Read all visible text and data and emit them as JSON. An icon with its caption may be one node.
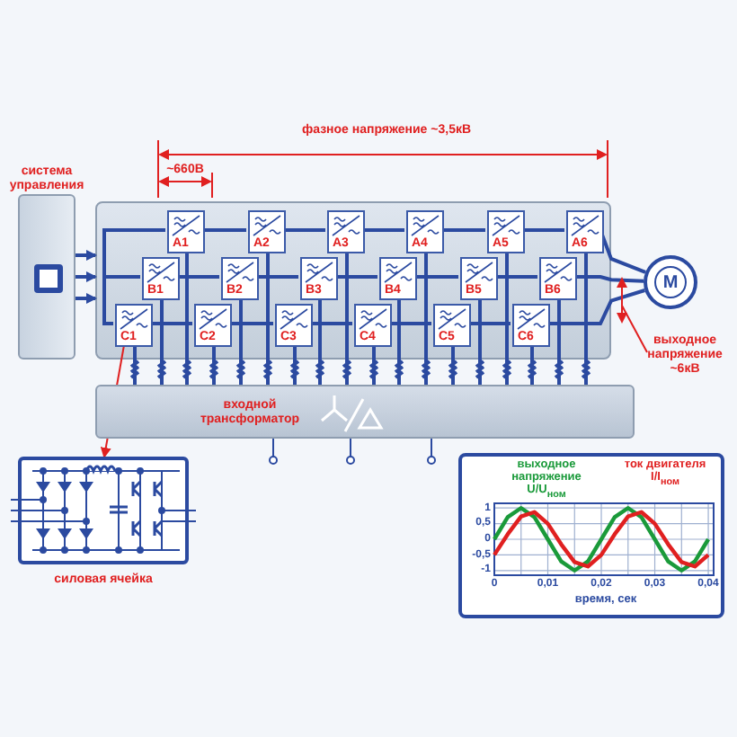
{
  "diagram": {
    "nodes": [
      {
        "text": [
          "система управления"
        ]
      },
      {
        "text": [],
        "shape": "box"
      },
      {
        "text": [
          "A1"
        ],
        "in": 1
      },
      {
        "text": [
          "A2"
        ],
        "in": 1
      },
      {
        "text": [
          "A3"
        ],
        "in": 1
      },
      {
        "text": [
          "A4"
        ],
        "in": 1
      },
      {
        "text": [
          "A5"
        ],
        "in": 1
      },
      {
        "text": [
          "A6"
        ],
        "in": 1
      },
      {
        "text": [
          "B1"
        ],
        "in": 1
      },
      {
        "text": [
          "B2"
        ],
        "in": 1
      },
      {
        "text": [
          "B3"
        ],
        "in": 1
      },
      {
        "text": [
          "B4"
        ],
        "in": 1
      },
      {
        "text": [
          "B5"
        ],
        "in": 1
      },
      {
        "text": [
          "B6"
        ],
        "in": 1
      },
      {
        "text": [
          "C1"
        ],
        "in": 1
      },
      {
        "text": [
          "C2"
        ],
        "in": 1
      },
      {
        "text": [
          "C3"
        ],
        "in": 1
      },
      {
        "text": [
          "C4"
        ],
        "in": 1
      },
      {
        "text": [
          "C5"
        ],
        "in": 1
      },
      {
        "text": [
          "C6"
        ],
        "in": 1
      },
      {
        "text": [
          "M"
        ]
      },
      {
        "text": [
          "входной трансформатор"
        ]
      },
      {
        "text": [
          "силовая ячейка"
        ]
      }
    ],
    "edges": [
      {
        "from": 0,
        "to": 1,
        "arrow": "to"
      },
      {
        "from": 0,
        "to": 1,
        "arrow": "to"
      },
      {
        "from": 0,
        "to": 1,
        "arrow": "to"
      },
      {
        "from": 2,
        "to": 3,
        "arrow": "none"
      },
      {
        "from": 3,
        "to": 4,
        "arrow": "none"
      },
      {
        "from": 4,
        "to": 5,
        "arrow": "none"
      },
      {
        "from": 5,
        "to": 6,
        "arrow": "none"
      },
      {
        "from": 6,
        "to": 7,
        "arrow": "none"
      },
      {
        "from": 7,
        "to": 20,
        "arrow": "none"
      },
      {
        "from": 8,
        "to": 9,
        "arrow": "none"
      },
      {
        "from": 9,
        "to": 10,
        "arrow": "none"
      },
      {
        "from": 10,
        "to": 11,
        "arrow": "none"
      },
      {
        "from": 11,
        "to": 12,
        "arrow": "none"
      },
      {
        "from": 12,
        "to": 13,
        "arrow": "none"
      },
      {
        "from": 13,
        "to": 20,
        "arrow": "none"
      },
      {
        "from": 14,
        "to": 15,
        "arrow": "none"
      },
      {
        "from": 15,
        "to": 16,
        "arrow": "none"
      },
      {
        "from": 16,
        "to": 17,
        "arrow": "none"
      },
      {
        "from": 17,
        "to": 18,
        "arrow": "none"
      },
      {
        "from": 18,
        "to": 19,
        "arrow": "none"
      },
      {
        "from": 19,
        "to": 20,
        "arrow": "none"
      },
      {
        "from": 2,
        "to": 8,
        "arrow": "none"
      },
      {
        "from": 8,
        "to": 14,
        "arrow": "none"
      },
      {
        "from": 2,
        "to": 21,
        "arrow": "none"
      },
      {
        "from": 3,
        "to": 21,
        "arrow": "none"
      },
      {
        "from": 4,
        "to": 21,
        "arrow": "none"
      },
      {
        "from": 5,
        "to": 21,
        "arrow": "none"
      },
      {
        "from": 6,
        "to": 21,
        "arrow": "none"
      },
      {
        "from": 7,
        "to": 21,
        "arrow": "none"
      },
      {
        "from": 8,
        "to": 21,
        "arrow": "none"
      },
      {
        "from": 9,
        "to": 21,
        "arrow": "none"
      },
      {
        "from": 10,
        "to": 21,
        "arrow": "none"
      },
      {
        "from": 11,
        "to": 21,
        "arrow": "none"
      },
      {
        "from": 12,
        "to": 21,
        "arrow": "none"
      },
      {
        "from": 13,
        "to": 21,
        "arrow": "none"
      },
      {
        "from": 14,
        "to": 21,
        "arrow": "none"
      },
      {
        "from": 15,
        "to": 21,
        "arrow": "none"
      },
      {
        "from": 16,
        "to": 21,
        "arrow": "none"
      },
      {
        "from": 17,
        "to": 21,
        "arrow": "none"
      },
      {
        "from": 18,
        "to": 21,
        "arrow": "none"
      },
      {
        "from": 19,
        "to": 21,
        "arrow": "none"
      },
      {
        "from": 14,
        "to": 22,
        "arrow": "to",
        "color": "#e02020"
      }
    ],
    "labels": [
      "фазное напряжение ~3,5кВ",
      "~660В",
      "выходное напряжение ~6кВ"
    ],
    "chart_data": {
      "type": "line",
      "xlabel": "время, сек",
      "x": [
        0,
        0.0025,
        0.005,
        0.0075,
        0.01,
        0.0125,
        0.015,
        0.0175,
        0.02,
        0.0225,
        0.025,
        0.0275,
        0.03,
        0.0325,
        0.035,
        0.0375,
        0.04
      ],
      "series": [
        {
          "name": "выходное напряжение U/U$_{ном}$",
          "color": "#1a9a3a",
          "values": [
            0,
            0.71,
            1,
            0.71,
            0,
            -0.71,
            -1,
            -0.71,
            0,
            0.71,
            1,
            0.71,
            0,
            -0.71,
            -1,
            -0.71,
            0
          ]
        },
        {
          "name": "ток двигателя I/I$_{ном}$",
          "color": "#e02020",
          "values": [
            -0.5,
            0.16,
            0.73,
            0.87,
            0.5,
            -0.16,
            -0.73,
            -0.87,
            -0.5,
            0.16,
            0.73,
            0.87,
            0.5,
            -0.16,
            -0.73,
            -0.87,
            -0.5
          ]
        }
      ],
      "grid": true,
      "xlim": [
        0,
        0.041
      ],
      "ylim": [
        -1.15,
        1.15
      ],
      "xticks": [
        0,
        {
          "value": 0.01,
          "label": "0,01"
        },
        {
          "value": 0.02,
          "label": "0,02"
        },
        {
          "value": 0.03,
          "label": "0,03"
        },
        {
          "value": 0.04,
          "label": "0,04"
        }
      ],
      "yticks": [
        1,
        {
          "value": 0.5,
          "label": "0,5"
        },
        0,
        {
          "value": -0.5,
          "label": "-0,5"
        },
        -1
      ]
    }
  }
}
